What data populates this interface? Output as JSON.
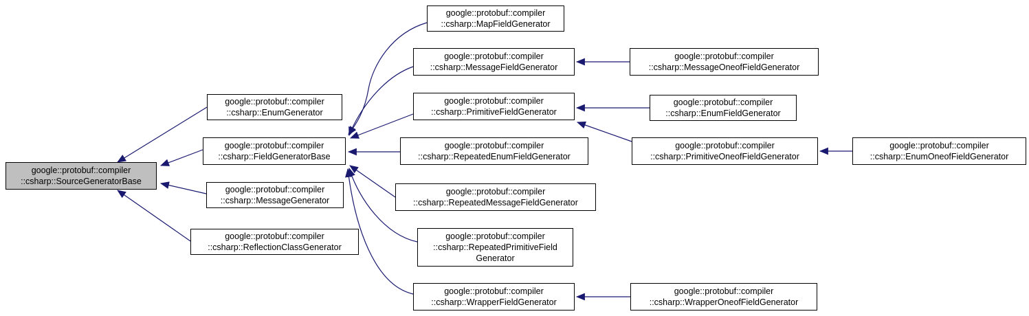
{
  "diagram": {
    "type": "class-inheritance-graph",
    "colors": {
      "edge": "#191970",
      "node_border": "#000000",
      "node_fill": "#ffffff",
      "highlight_fill": "#bfbfbf",
      "text": "#000000",
      "background": "#ffffff"
    },
    "nodes": [
      {
        "id": "SourceGeneratorBase",
        "highlighted": true,
        "lines": [
          "google::protobuf::compiler",
          "::csharp::SourceGeneratorBase"
        ]
      },
      {
        "id": "EnumGenerator",
        "highlighted": false,
        "lines": [
          "google::protobuf::compiler",
          "::csharp::EnumGenerator"
        ]
      },
      {
        "id": "FieldGeneratorBase",
        "highlighted": false,
        "lines": [
          "google::protobuf::compiler",
          "::csharp::FieldGeneratorBase"
        ]
      },
      {
        "id": "MessageGenerator",
        "highlighted": false,
        "lines": [
          "google::protobuf::compiler",
          "::csharp::MessageGenerator"
        ]
      },
      {
        "id": "ReflectionClassGenerator",
        "highlighted": false,
        "lines": [
          "google::protobuf::compiler",
          "::csharp::ReflectionClassGenerator"
        ]
      },
      {
        "id": "MapFieldGenerator",
        "highlighted": false,
        "lines": [
          "google::protobuf::compiler",
          "::csharp::MapFieldGenerator"
        ]
      },
      {
        "id": "MessageFieldGenerator",
        "highlighted": false,
        "lines": [
          "google::protobuf::compiler",
          "::csharp::MessageFieldGenerator"
        ]
      },
      {
        "id": "MessageOneofFieldGenerator",
        "highlighted": false,
        "lines": [
          "google::protobuf::compiler",
          "::csharp::MessageOneofFieldGenerator"
        ]
      },
      {
        "id": "PrimitiveFieldGenerator",
        "highlighted": false,
        "lines": [
          "google::protobuf::compiler",
          "::csharp::PrimitiveFieldGenerator"
        ]
      },
      {
        "id": "EnumFieldGenerator",
        "highlighted": false,
        "lines": [
          "google::protobuf::compiler",
          "::csharp::EnumFieldGenerator"
        ]
      },
      {
        "id": "RepeatedEnumFieldGenerator",
        "highlighted": false,
        "lines": [
          "google::protobuf::compiler",
          "::csharp::RepeatedEnumFieldGenerator"
        ]
      },
      {
        "id": "PrimitiveOneofFieldGenerator",
        "highlighted": false,
        "lines": [
          "google::protobuf::compiler",
          "::csharp::PrimitiveOneofFieldGenerator"
        ]
      },
      {
        "id": "EnumOneofFieldGenerator",
        "highlighted": false,
        "lines": [
          "google::protobuf::compiler",
          "::csharp::EnumOneofFieldGenerator"
        ]
      },
      {
        "id": "RepeatedMessageFieldGenerator",
        "highlighted": false,
        "lines": [
          "google::protobuf::compiler",
          "::csharp::RepeatedMessageFieldGenerator"
        ]
      },
      {
        "id": "RepeatedPrimitiveFieldGenerator",
        "highlighted": false,
        "lines": [
          "google::protobuf::compiler",
          "::csharp::RepeatedPrimitiveField",
          "Generator"
        ]
      },
      {
        "id": "WrapperFieldGenerator",
        "highlighted": false,
        "lines": [
          "google::protobuf::compiler",
          "::csharp::WrapperFieldGenerator"
        ]
      },
      {
        "id": "WrapperOneofFieldGenerator",
        "highlighted": false,
        "lines": [
          "google::protobuf::compiler",
          "::csharp::WrapperOneofFieldGenerator"
        ]
      }
    ],
    "edges": [
      {
        "from": "EnumGenerator",
        "to": "SourceGeneratorBase",
        "relation": "inherits"
      },
      {
        "from": "FieldGeneratorBase",
        "to": "SourceGeneratorBase",
        "relation": "inherits"
      },
      {
        "from": "MessageGenerator",
        "to": "SourceGeneratorBase",
        "relation": "inherits"
      },
      {
        "from": "ReflectionClassGenerator",
        "to": "SourceGeneratorBase",
        "relation": "inherits"
      },
      {
        "from": "MapFieldGenerator",
        "to": "FieldGeneratorBase",
        "relation": "inherits"
      },
      {
        "from": "MessageFieldGenerator",
        "to": "FieldGeneratorBase",
        "relation": "inherits"
      },
      {
        "from": "PrimitiveFieldGenerator",
        "to": "FieldGeneratorBase",
        "relation": "inherits"
      },
      {
        "from": "RepeatedEnumFieldGenerator",
        "to": "FieldGeneratorBase",
        "relation": "inherits"
      },
      {
        "from": "RepeatedMessageFieldGenerator",
        "to": "FieldGeneratorBase",
        "relation": "inherits"
      },
      {
        "from": "RepeatedPrimitiveFieldGenerator",
        "to": "FieldGeneratorBase",
        "relation": "inherits"
      },
      {
        "from": "WrapperFieldGenerator",
        "to": "FieldGeneratorBase",
        "relation": "inherits"
      },
      {
        "from": "MessageOneofFieldGenerator",
        "to": "MessageFieldGenerator",
        "relation": "inherits"
      },
      {
        "from": "EnumFieldGenerator",
        "to": "PrimitiveFieldGenerator",
        "relation": "inherits"
      },
      {
        "from": "PrimitiveOneofFieldGenerator",
        "to": "PrimitiveFieldGenerator",
        "relation": "inherits"
      },
      {
        "from": "EnumOneofFieldGenerator",
        "to": "PrimitiveOneofFieldGenerator",
        "relation": "inherits"
      },
      {
        "from": "WrapperOneofFieldGenerator",
        "to": "WrapperFieldGenerator",
        "relation": "inherits"
      }
    ]
  }
}
